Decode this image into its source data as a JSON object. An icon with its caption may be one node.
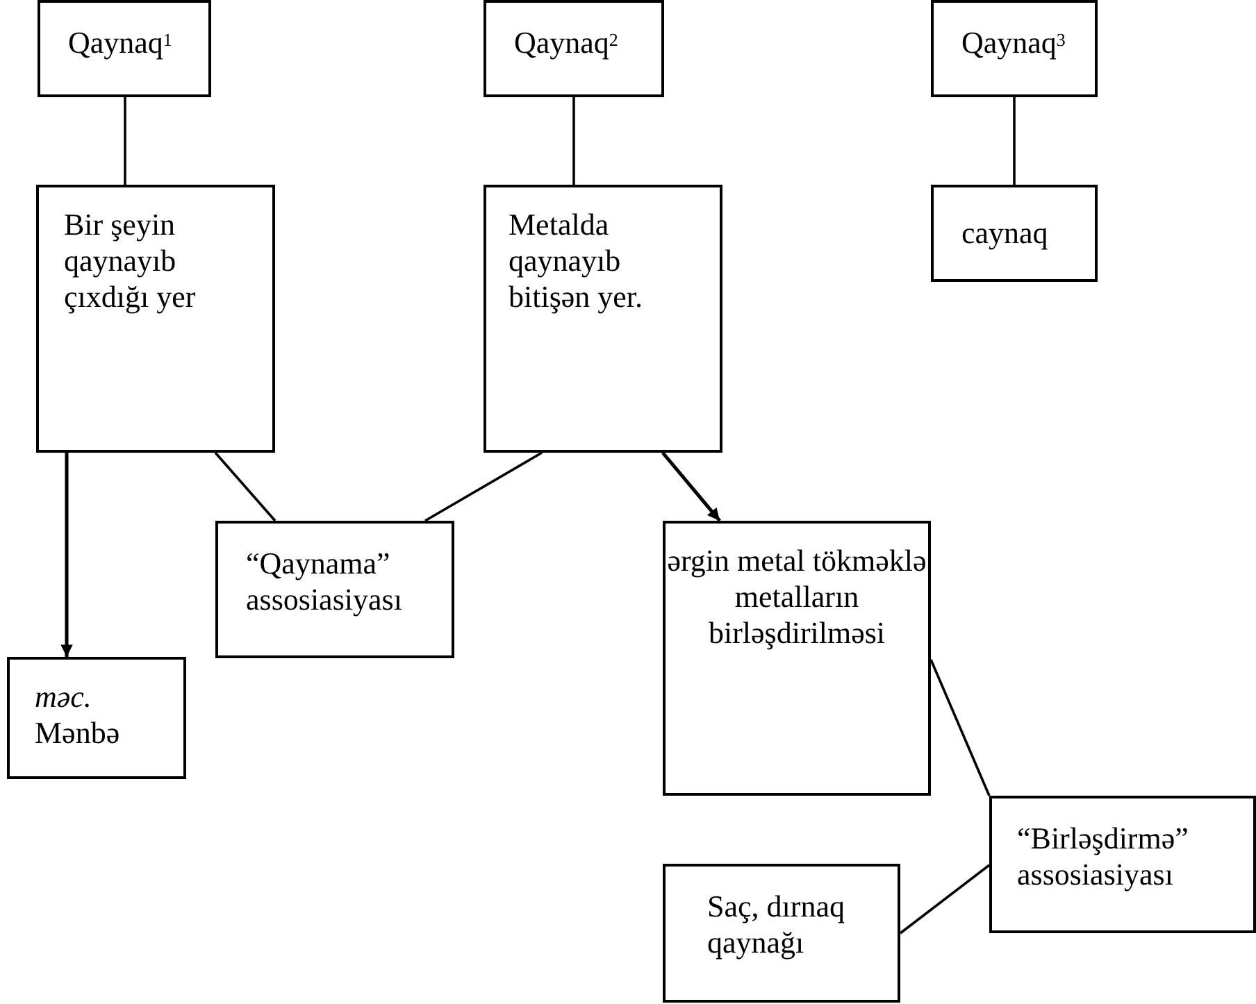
{
  "diagram": {
    "nodes": [
      {
        "text": [
          "Qaynaq$^{1}$"
        ]
      },
      {
        "text": [
          "Qaynaq$^{2}$"
        ]
      },
      {
        "text": [
          "Qaynaq$^{3}$"
        ]
      },
      {
        "text": [
          "Bir şeyin qaynayıb çıxdığı yer"
        ]
      },
      {
        "text": [
          "Metalda qaynayıb bitişən yer."
        ]
      },
      {
        "text": [
          "caynaq"
        ]
      },
      {
        "text": [
          "“Qaynama” assosiasiyası"
        ]
      },
      {
        "text": [
          "ərgin metal tökməklə metalların birləşdirilməsi"
        ]
      },
      {
        "text": [
          "*məc.* Mənbə"
        ]
      },
      {
        "text": [
          "“Birləşdirmə” assosiasiyası"
        ]
      },
      {
        "text": [
          "Saç, dırnaq qaynağı"
        ]
      }
    ],
    "edges": [
      {
        "from": 0,
        "to": 3,
        "arrow": "none"
      },
      {
        "from": 1,
        "to": 4,
        "arrow": "none"
      },
      {
        "from": 2,
        "to": 5,
        "arrow": "none"
      },
      {
        "from": 3,
        "to": 8,
        "arrow": "to"
      },
      {
        "from": 3,
        "to": 6,
        "arrow": "none"
      },
      {
        "from": 4,
        "to": 6,
        "arrow": "none"
      },
      {
        "from": 4,
        "to": 7,
        "arrow": "to"
      },
      {
        "from": 7,
        "to": 9,
        "arrow": "none"
      },
      {
        "from": 10,
        "to": 9,
        "arrow": "none"
      }
    ]
  }
}
